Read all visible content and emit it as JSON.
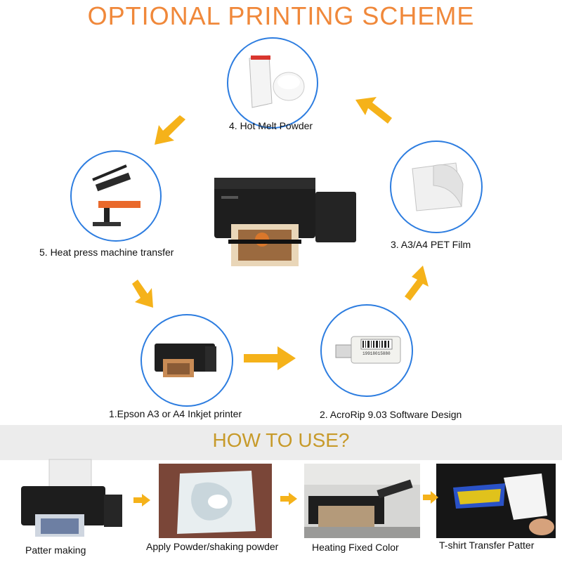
{
  "header": {
    "title": "OPTIONAL PRINTING SCHEME"
  },
  "steps": [
    {
      "label": "1.Epson A3 or A4 Inkjet printer"
    },
    {
      "label": "2. AcroRip 9.03 Software Design"
    },
    {
      "label": "3. A3/A4 PET Film"
    },
    {
      "label": "4. Hot Melt Powder"
    },
    {
      "label": "5. Heat press machine transfer"
    }
  ],
  "dongle": {
    "serial": "19918015880"
  },
  "section": {
    "title": "HOW  TO USE?"
  },
  "usage": [
    {
      "label": "Patter making"
    },
    {
      "label": "Apply Powder/shaking powder"
    },
    {
      "label": "Heating Fixed Color"
    },
    {
      "label": "T-shirt Transfer Patter"
    }
  ],
  "colors": {
    "title": "#f0883a",
    "arrow": "#f5b21a",
    "circle_border": "#2d7de0",
    "section_title": "#c79a2a",
    "band": "#ececec"
  }
}
